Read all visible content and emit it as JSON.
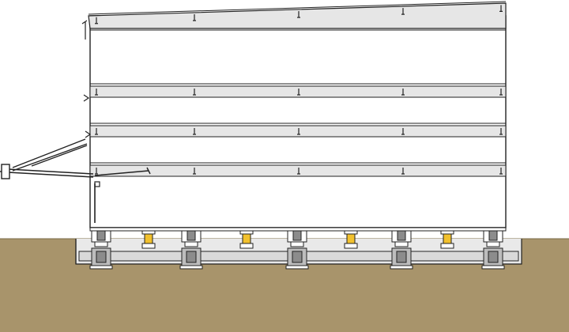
{
  "diagram": {
    "kind": "building-section",
    "floor_count": 4,
    "column_positions": [
      "left-edge",
      "mid-1",
      "mid-2",
      "mid-3",
      "right-edge"
    ],
    "colors": {
      "ground": "#a8946b",
      "ground_line": "#7a6a46",
      "slab_band": "#e6e6e6",
      "line": "#222222",
      "isolator_yellow": "#f2c12e",
      "pedestal_grey": "#8c8c8c",
      "foundation": "#d9d9d9",
      "background": "#ffffff"
    },
    "icons": [
      "canopy-icon",
      "downpipe-icon",
      "isolator-icon",
      "damper-icon"
    ]
  }
}
